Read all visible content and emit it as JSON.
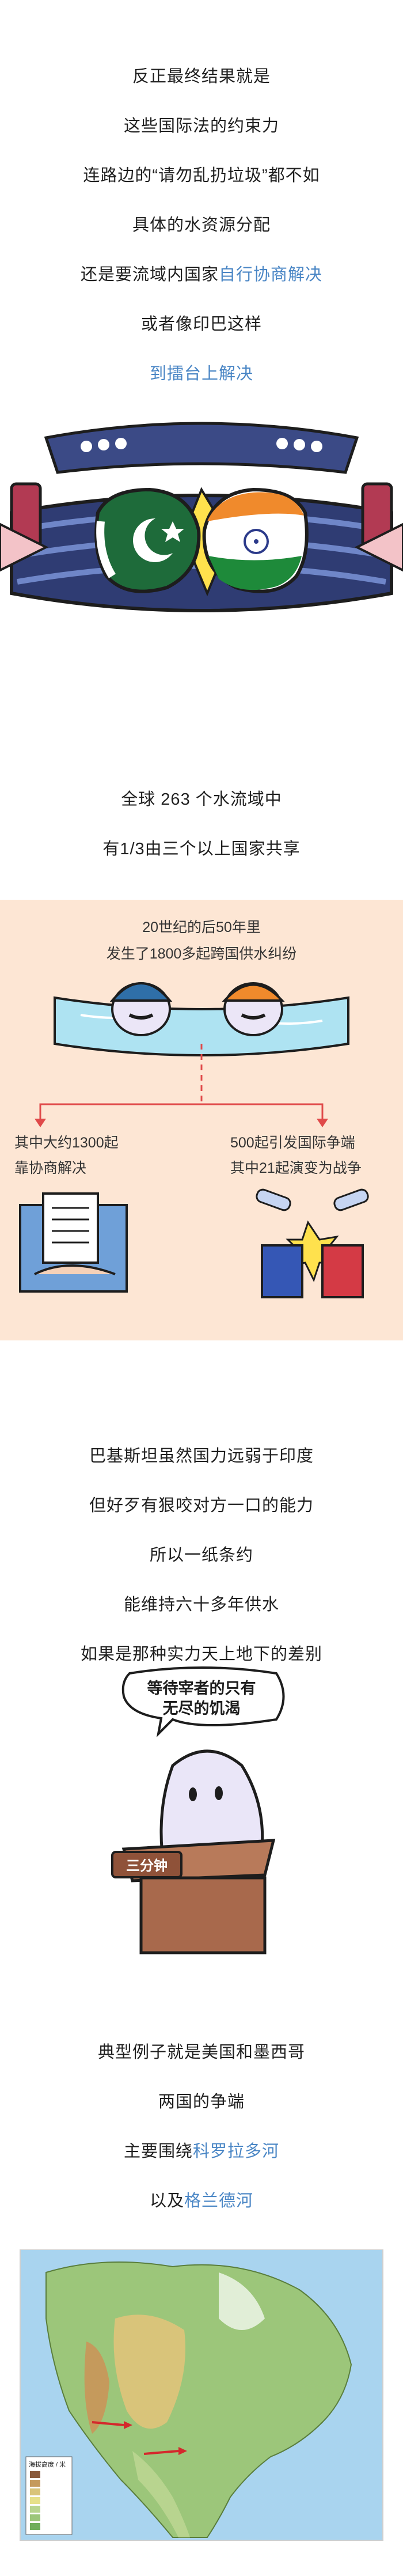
{
  "block1": {
    "lines": [
      "反正最终结果就是",
      "这些国际法的约束力",
      "连路边的“请勿乱扔垃圾”都不如",
      "具体的水资源分配"
    ],
    "line5_prefix": "还是要流域内国家",
    "line5_highlight": "自行协商解决",
    "line6": "或者像印巴这样",
    "line7_highlight": "到擂台上解决"
  },
  "block2": {
    "lines": [
      "全球 263 个水流域中",
      "有1/3由三个以上国家共享"
    ]
  },
  "stats": {
    "top_line1": "20世纪的后50年里",
    "top_line2": "发生了1800多起跨国供水纠纷",
    "left_line1": "其中大约1300起",
    "left_line2": "靠协商解决",
    "right_line1": "500起引发国际争端",
    "right_line2": "其中21起演变为战争"
  },
  "block3": {
    "lines": [
      "巴基斯坦虽然国力远弱于印度",
      "但好歹有狠咬对方一口的能力",
      "所以一纸条约",
      "能维持六十多年供水",
      "如果是那种实力天上地下的差别"
    ]
  },
  "bubble": {
    "line1": "等待宰者的只有",
    "line2": "无尽的饥渴",
    "podium_label": "三分钟"
  },
  "block4": {
    "lines": [
      "典型例子就是美国和墨西哥",
      "两国的争端"
    ],
    "line3_prefix": "主要围绕",
    "line3_highlight": "科罗拉多河",
    "line4_prefix": "以及",
    "line4_highlight": "格兰德河"
  },
  "map": {
    "legend_title": "海拔高度 / 米"
  },
  "colors": {
    "highlight": "#4a86c5",
    "panel_bg": "#fde6d4",
    "pakistan_green": "#1e6b3a",
    "india_saffron": "#f08a2c"
  }
}
